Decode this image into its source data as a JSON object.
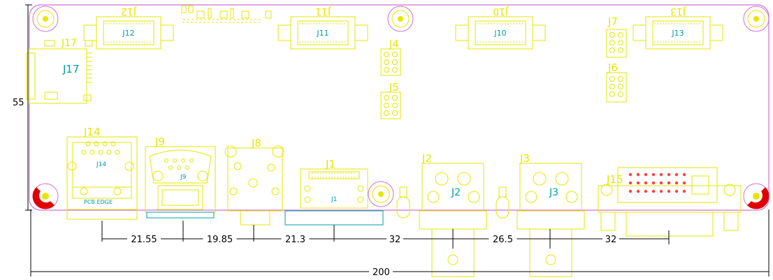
{
  "connectors": {
    "j12": "J12",
    "j11": "J11",
    "j10": "J10",
    "j13": "J13",
    "j12_mirror": "J12",
    "j11_mirror": "J11",
    "j10_mirror": "J10",
    "j13_mirror": "J13",
    "j17": "J17",
    "j17_small": "J17",
    "j4": "J4",
    "j5": "J5",
    "j7": "J7",
    "j6": "J6",
    "j14": "J14",
    "j14_small": "J14",
    "j14_note": "PCB EDGE",
    "j9": "J9",
    "j9_small": "J9",
    "j8": "J8",
    "j1": "J1",
    "j1_small": "J1",
    "j2": "J2",
    "j2_small": "J2",
    "j3": "J3",
    "j3_small": "J3",
    "j15": "J15"
  },
  "dimensions": {
    "height": "55",
    "width": "200",
    "spacings": [
      "21.55",
      "19.85",
      "21.3",
      "32",
      "26.5",
      "32"
    ]
  },
  "colors": {
    "board_outline": "#d070d0",
    "component": "#e6e600",
    "silkscreen": "#00a0a0",
    "dimension": "#000000",
    "mount_hole": "#e00000"
  }
}
